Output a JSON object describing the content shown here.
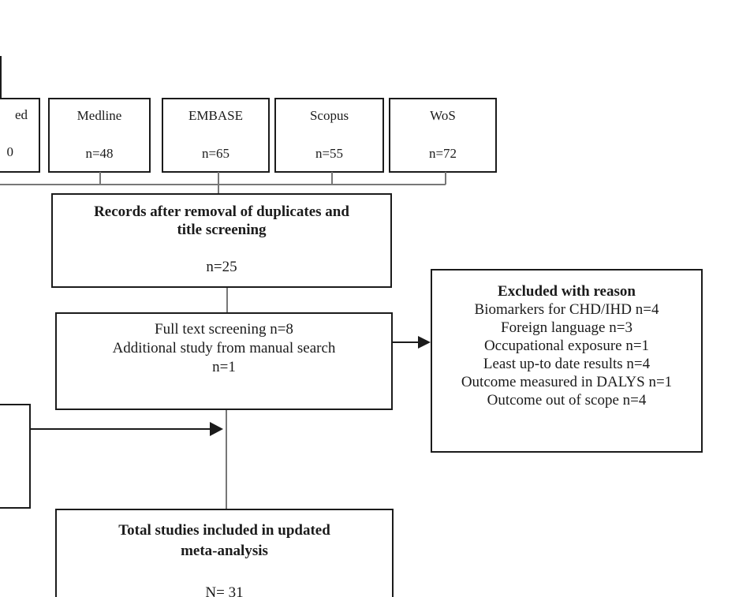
{
  "figure": {
    "kind": "systematic-review flow diagram",
    "colors": {
      "background": "#ffffff",
      "box_border": "#1b1b1b",
      "text": "#1b1b1b",
      "connector": "#777777",
      "arrow": "#1b1b1b"
    }
  },
  "top_row": {
    "partial_box": {
      "label_fragment": "ed",
      "count_fragment": "0"
    },
    "boxes": [
      {
        "label": "Medline",
        "count": "n=48"
      },
      {
        "label": "EMBASE",
        "count": "n=65"
      },
      {
        "label": "Scopus",
        "count": "n=55"
      },
      {
        "label": "WoS",
        "count": "n=72"
      }
    ]
  },
  "records_box": {
    "title_line1": "Records after removal of duplicates and",
    "title_line2": "title screening",
    "count": "n=25"
  },
  "full_text_box": {
    "line1": "Full text screening n=8",
    "line2": "Additional study from manual search",
    "line3": "n=1"
  },
  "excluded_box": {
    "title": "Excluded with reason",
    "reasons": [
      "Biomarkers for CHD/IHD n=4",
      "Foreign language n=3",
      "Occupational exposure n=1",
      "Least up-to date results n=4",
      "Outcome measured in DALYS n=1",
      "Outcome out of scope n=4"
    ]
  },
  "total_box": {
    "title_line1": "Total studies included in updated",
    "title_line2": "meta-analysis",
    "count": "N= 31"
  }
}
